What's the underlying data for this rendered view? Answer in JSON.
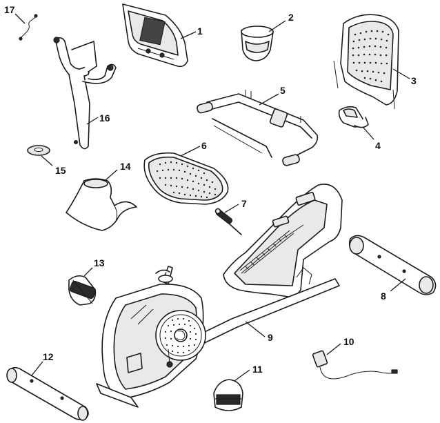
{
  "labels": {
    "p1": "1",
    "p2": "2",
    "p3": "3",
    "p4": "4",
    "p5": "5",
    "p6": "6",
    "p7": "7",
    "p8": "8",
    "p9": "9",
    "p10": "10",
    "p11": "11",
    "p12": "12",
    "p13": "13",
    "p14": "14",
    "p15": "15",
    "p16": "16",
    "p17": "17"
  },
  "colors": {
    "line": "#1a1a1a",
    "shade": "#e9e9e9",
    "background": "#ffffff"
  }
}
